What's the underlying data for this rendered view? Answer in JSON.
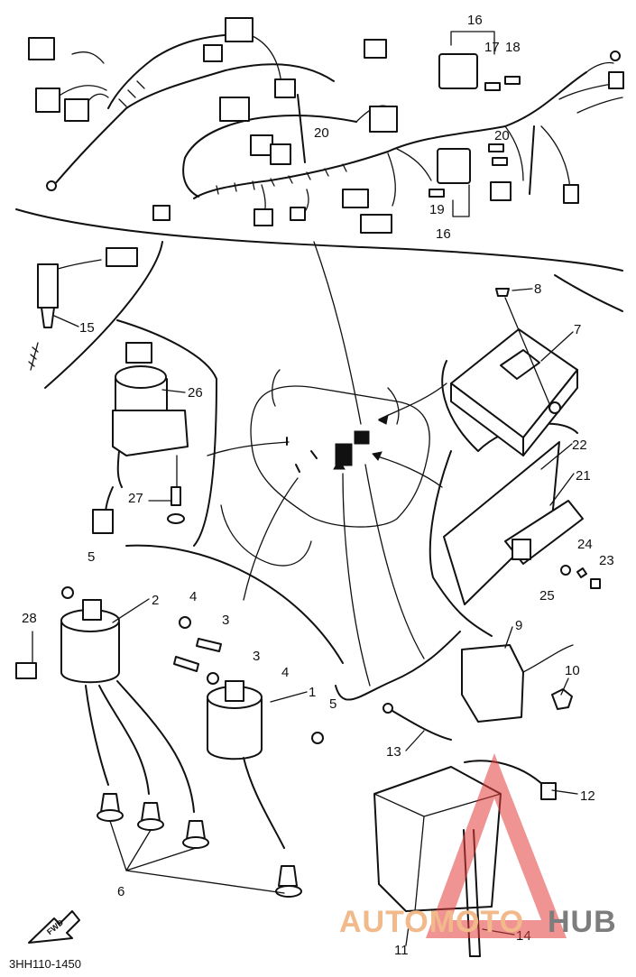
{
  "diagram": {
    "part_code": "3HH110-1450",
    "fwd_label": "FWD",
    "callouts": [
      "1",
      "2",
      "3",
      "4",
      "5",
      "6",
      "7",
      "8",
      "9",
      "10",
      "11",
      "12",
      "13",
      "14",
      "15",
      "16",
      "17",
      "18",
      "19",
      "20",
      "21",
      "22",
      "23",
      "24",
      "25",
      "26",
      "27",
      "28"
    ],
    "watermark": {
      "part1": "AUTOMOTO",
      "part2": "HUB",
      "colors": {
        "triangle": "#e23a3a",
        "text1": "#f2b98a",
        "text2": "#7d7d7d"
      }
    }
  }
}
